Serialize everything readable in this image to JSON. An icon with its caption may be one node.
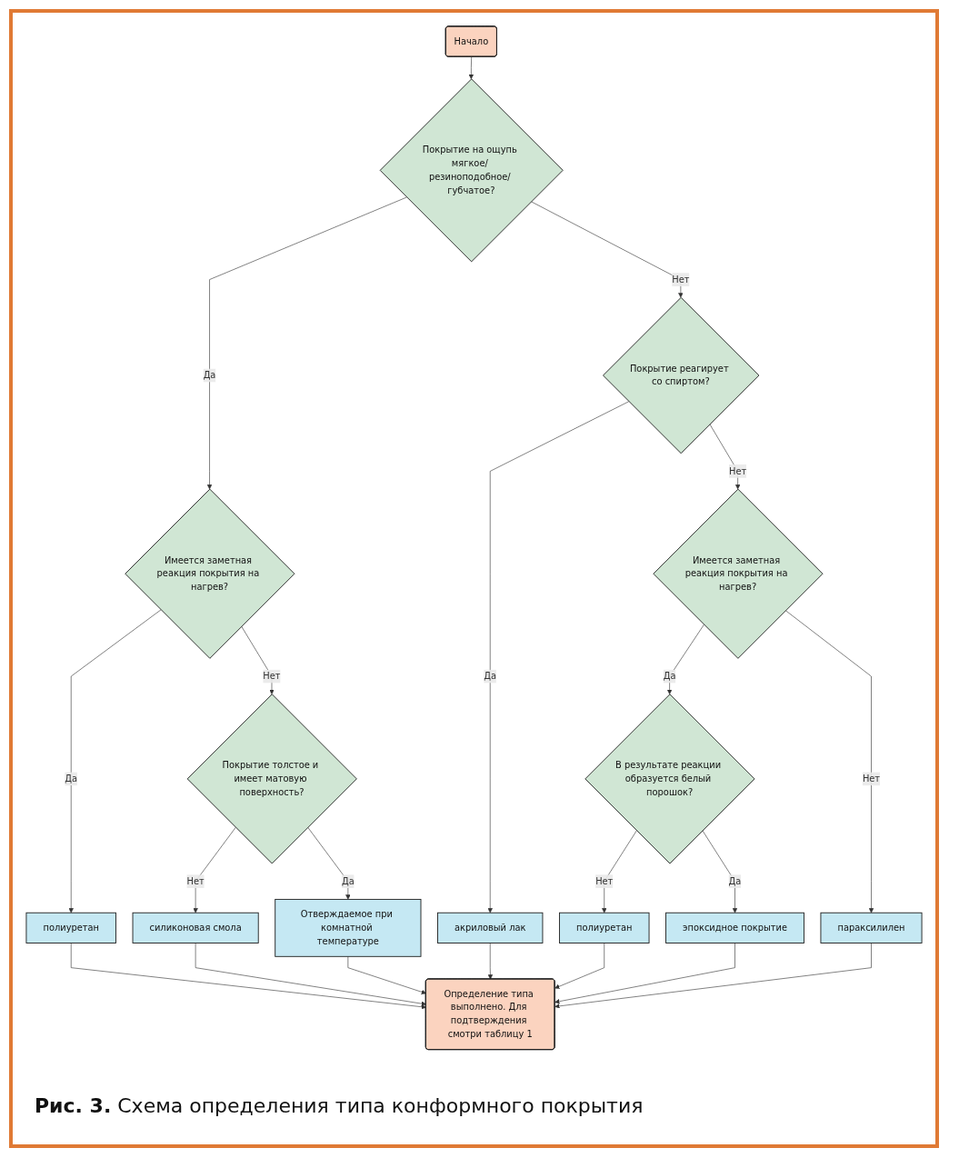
{
  "diagram": {
    "caption": "**Рис. 3.** Схема определения типа конформного покрытия",
    "nodes": [
      {
        "text": [
          "Начало"
        ]
      },
      {
        "text": [
          "Покрытие на ощупь мягкое/ резиноподобное/ губчатое?"
        ]
      },
      {
        "text": [
          "Покрытие реагирует со спиртом?"
        ]
      },
      {
        "text": [
          "Имеется заметная реакция покрытия на нагрев?"
        ]
      },
      {
        "text": [
          "Покрытие толстое и имеет матовую поверхность?"
        ]
      },
      {
        "text": [
          "полиуретан"
        ]
      },
      {
        "text": [
          "силиконовая смола"
        ]
      },
      {
        "text": [
          "Отверждаемое при комнатной температуре"
        ]
      },
      {
        "text": [
          "акриловый лак"
        ]
      },
      {
        "text": [
          "Имеется заметная реакция покрытия на нагрев?"
        ]
      },
      {
        "text": [
          "В результате реакции образуется белый порошок?"
        ]
      },
      {
        "text": [
          "полиуретан"
        ]
      },
      {
        "text": [
          "эпоксидное покрытие"
        ]
      },
      {
        "text": [
          "параксилилен"
        ]
      },
      {
        "text": [
          "Определение типа выполнено. Для подтверждения смотри таблицу 1"
        ]
      }
    ],
    "edges": [
      {
        "from": 0,
        "to": 1,
        "arrow": "to"
      },
      {
        "from": 1,
        "to": 2,
        "label": "Нет",
        "arrow": "to"
      },
      {
        "from": 1,
        "to": 3,
        "label": "Да",
        "arrow": "to"
      },
      {
        "from": 2,
        "to": 9,
        "label": "Нет",
        "arrow": "to"
      },
      {
        "from": 2,
        "to": 8,
        "label": "Да",
        "arrow": "to"
      },
      {
        "from": 3,
        "to": 4,
        "label": "Нет",
        "arrow": "to"
      },
      {
        "from": 3,
        "to": 5,
        "label": "Да",
        "arrow": "to"
      },
      {
        "from": 4,
        "to": 6,
        "label": "Нет",
        "arrow": "to"
      },
      {
        "from": 4,
        "to": 7,
        "label": "Да",
        "arrow": "to"
      },
      {
        "from": 5,
        "to": 14,
        "arrow": "to"
      },
      {
        "from": 6,
        "to": 14,
        "arrow": "to"
      },
      {
        "from": 7,
        "to": 14,
        "arrow": "to"
      },
      {
        "from": 8,
        "to": 14,
        "arrow": "to"
      },
      {
        "from": 9,
        "to": 10,
        "label": "Да",
        "arrow": "to"
      },
      {
        "from": 9,
        "to": 13,
        "label": "Нет",
        "arrow": "to"
      },
      {
        "from": 10,
        "to": 11,
        "label": "Нет",
        "arrow": "to"
      },
      {
        "from": 10,
        "to": 12,
        "label": "Да",
        "arrow": "to"
      },
      {
        "from": 11,
        "to": 14,
        "arrow": "to"
      },
      {
        "from": 12,
        "to": 14,
        "arrow": "to"
      },
      {
        "from": 13,
        "to": 14,
        "arrow": "to"
      }
    ]
  }
}
